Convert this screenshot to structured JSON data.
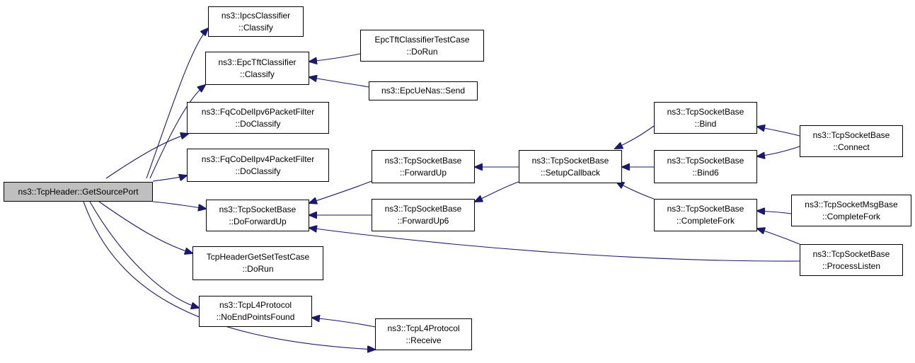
{
  "colors": {
    "edge": "#191970",
    "root_fill": "#bfbfbf",
    "node_fill": "#ffffff",
    "border": "#000000"
  },
  "nodes": {
    "get_source_port": {
      "lines": [
        "ns3::TcpHeader::GetSourcePort"
      ]
    },
    "ipcs_classify": {
      "lines": [
        "ns3::IpcsClassifier",
        "::Classify"
      ]
    },
    "epc_tft_classify": {
      "lines": [
        "ns3::EpcTftClassifier",
        "::Classify"
      ]
    },
    "epc_tft_test_dorun": {
      "lines": [
        "EpcTftClassifierTestCase",
        "::DoRun"
      ]
    },
    "epc_ue_nas_send": {
      "lines": [
        "ns3::EpcUeNas::Send"
      ]
    },
    "fqcodel_ipv6_doclassify": {
      "lines": [
        "ns3::FqCoDelIpv6PacketFilter",
        "::DoClassify"
      ]
    },
    "fqcodel_ipv4_doclassify": {
      "lines": [
        "ns3::FqCoDelIpv4PacketFilter",
        "::DoClassify"
      ]
    },
    "tcpsb_doforwardup": {
      "lines": [
        "ns3::TcpSocketBase",
        "::DoForwardUp"
      ]
    },
    "tcp_header_test_dorun": {
      "lines": [
        "TcpHeaderGetSetTestCase",
        "::DoRun"
      ]
    },
    "tcpl4_noendpoints": {
      "lines": [
        "ns3::TcpL4Protocol",
        "::NoEndPointsFound"
      ]
    },
    "tcpl4_receive": {
      "lines": [
        "ns3::TcpL4Protocol",
        "::Receive"
      ]
    },
    "tcpsb_forwardup": {
      "lines": [
        "ns3::TcpSocketBase",
        "::ForwardUp"
      ]
    },
    "tcpsb_forwardup6": {
      "lines": [
        "ns3::TcpSocketBase",
        "::ForwardUp6"
      ]
    },
    "tcpsb_setupcallback": {
      "lines": [
        "ns3::TcpSocketBase",
        "::SetupCallback"
      ]
    },
    "tcpsb_bind": {
      "lines": [
        "ns3::TcpSocketBase",
        "::Bind"
      ]
    },
    "tcpsb_bind6": {
      "lines": [
        "ns3::TcpSocketBase",
        "::Bind6"
      ]
    },
    "tcpsb_completefork": {
      "lines": [
        "ns3::TcpSocketBase",
        "::CompleteFork"
      ]
    },
    "tcpsb_connect": {
      "lines": [
        "ns3::TcpSocketBase",
        "::Connect"
      ]
    },
    "tcpmsg_completefork": {
      "lines": [
        "ns3::TcpSocketMsgBase",
        "::CompleteFork"
      ]
    },
    "tcpsb_processlisten": {
      "lines": [
        "ns3::TcpSocketBase",
        "::ProcessListen"
      ]
    }
  },
  "edges": [
    {
      "from": "ipcs_classify",
      "to": "get_source_port"
    },
    {
      "from": "epc_tft_classify",
      "to": "get_source_port"
    },
    {
      "from": "fqcodel_ipv6_doclassify",
      "to": "get_source_port"
    },
    {
      "from": "fqcodel_ipv4_doclassify",
      "to": "get_source_port"
    },
    {
      "from": "tcpsb_doforwardup",
      "to": "get_source_port"
    },
    {
      "from": "tcp_header_test_dorun",
      "to": "get_source_port"
    },
    {
      "from": "tcpl4_noendpoints",
      "to": "get_source_port"
    },
    {
      "from": "tcpl4_receive",
      "to": "get_source_port"
    },
    {
      "from": "epc_tft_test_dorun",
      "to": "epc_tft_classify"
    },
    {
      "from": "epc_ue_nas_send",
      "to": "epc_tft_classify"
    },
    {
      "from": "tcpsb_forwardup",
      "to": "tcpsb_doforwardup"
    },
    {
      "from": "tcpsb_forwardup6",
      "to": "tcpsb_doforwardup"
    },
    {
      "from": "tcpsb_processlisten",
      "to": "tcpsb_doforwardup"
    },
    {
      "from": "tcpl4_receive",
      "to": "tcpl4_noendpoints"
    },
    {
      "from": "tcpsb_setupcallback",
      "to": "tcpsb_forwardup"
    },
    {
      "from": "tcpsb_setupcallback",
      "to": "tcpsb_forwardup6"
    },
    {
      "from": "tcpsb_bind",
      "to": "tcpsb_setupcallback"
    },
    {
      "from": "tcpsb_bind6",
      "to": "tcpsb_setupcallback"
    },
    {
      "from": "tcpsb_completefork",
      "to": "tcpsb_setupcallback"
    },
    {
      "from": "tcpsb_connect",
      "to": "tcpsb_bind"
    },
    {
      "from": "tcpsb_connect",
      "to": "tcpsb_bind6"
    },
    {
      "from": "tcpmsg_completefork",
      "to": "tcpsb_completefork"
    },
    {
      "from": "tcpsb_processlisten",
      "to": "tcpsb_completefork"
    }
  ]
}
